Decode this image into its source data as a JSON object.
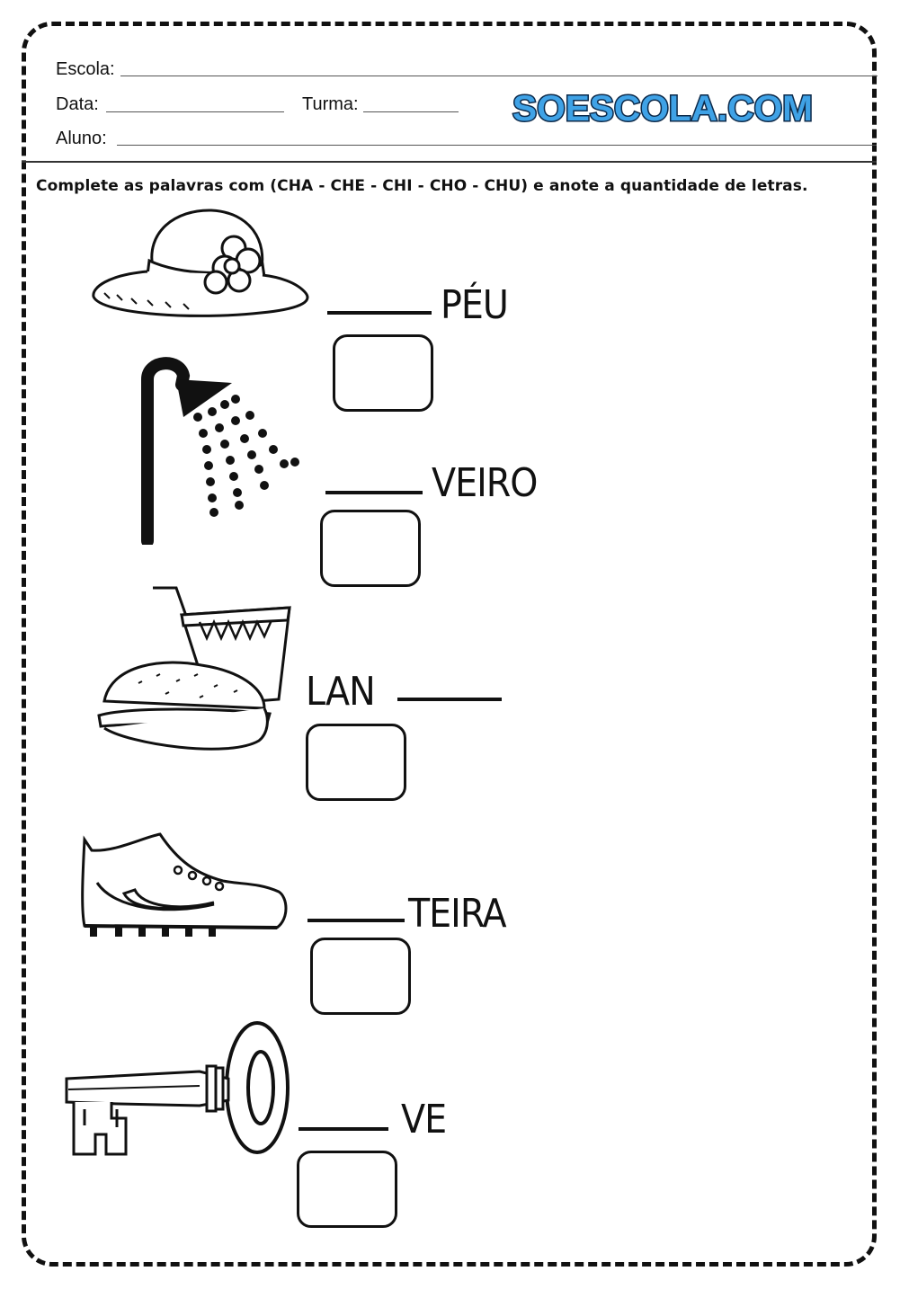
{
  "header": {
    "escola_label": "Escola:",
    "data_label": "Data:",
    "turma_label": "Turma:",
    "aluno_label": "Aluno:",
    "logo_text": "SOESCOLA.COM"
  },
  "instruction": "Complete as palavras com (CHA - CHE - CHI - CHO - CHU) e anote a quantidade de letras.",
  "exercises": [
    {
      "picture": "hat-icon",
      "word": "PÉU"
    },
    {
      "picture": "shower-icon",
      "word": "VEIRO"
    },
    {
      "picture": "snack-icon",
      "word": "LAN"
    },
    {
      "picture": "sneaker-icon",
      "word": "TEIRA"
    },
    {
      "picture": "key-icon",
      "word": "VE"
    }
  ],
  "colors": {
    "logo_fill": "#3fa2e6",
    "logo_outline": "#0d2a4a",
    "ink": "#111111"
  }
}
